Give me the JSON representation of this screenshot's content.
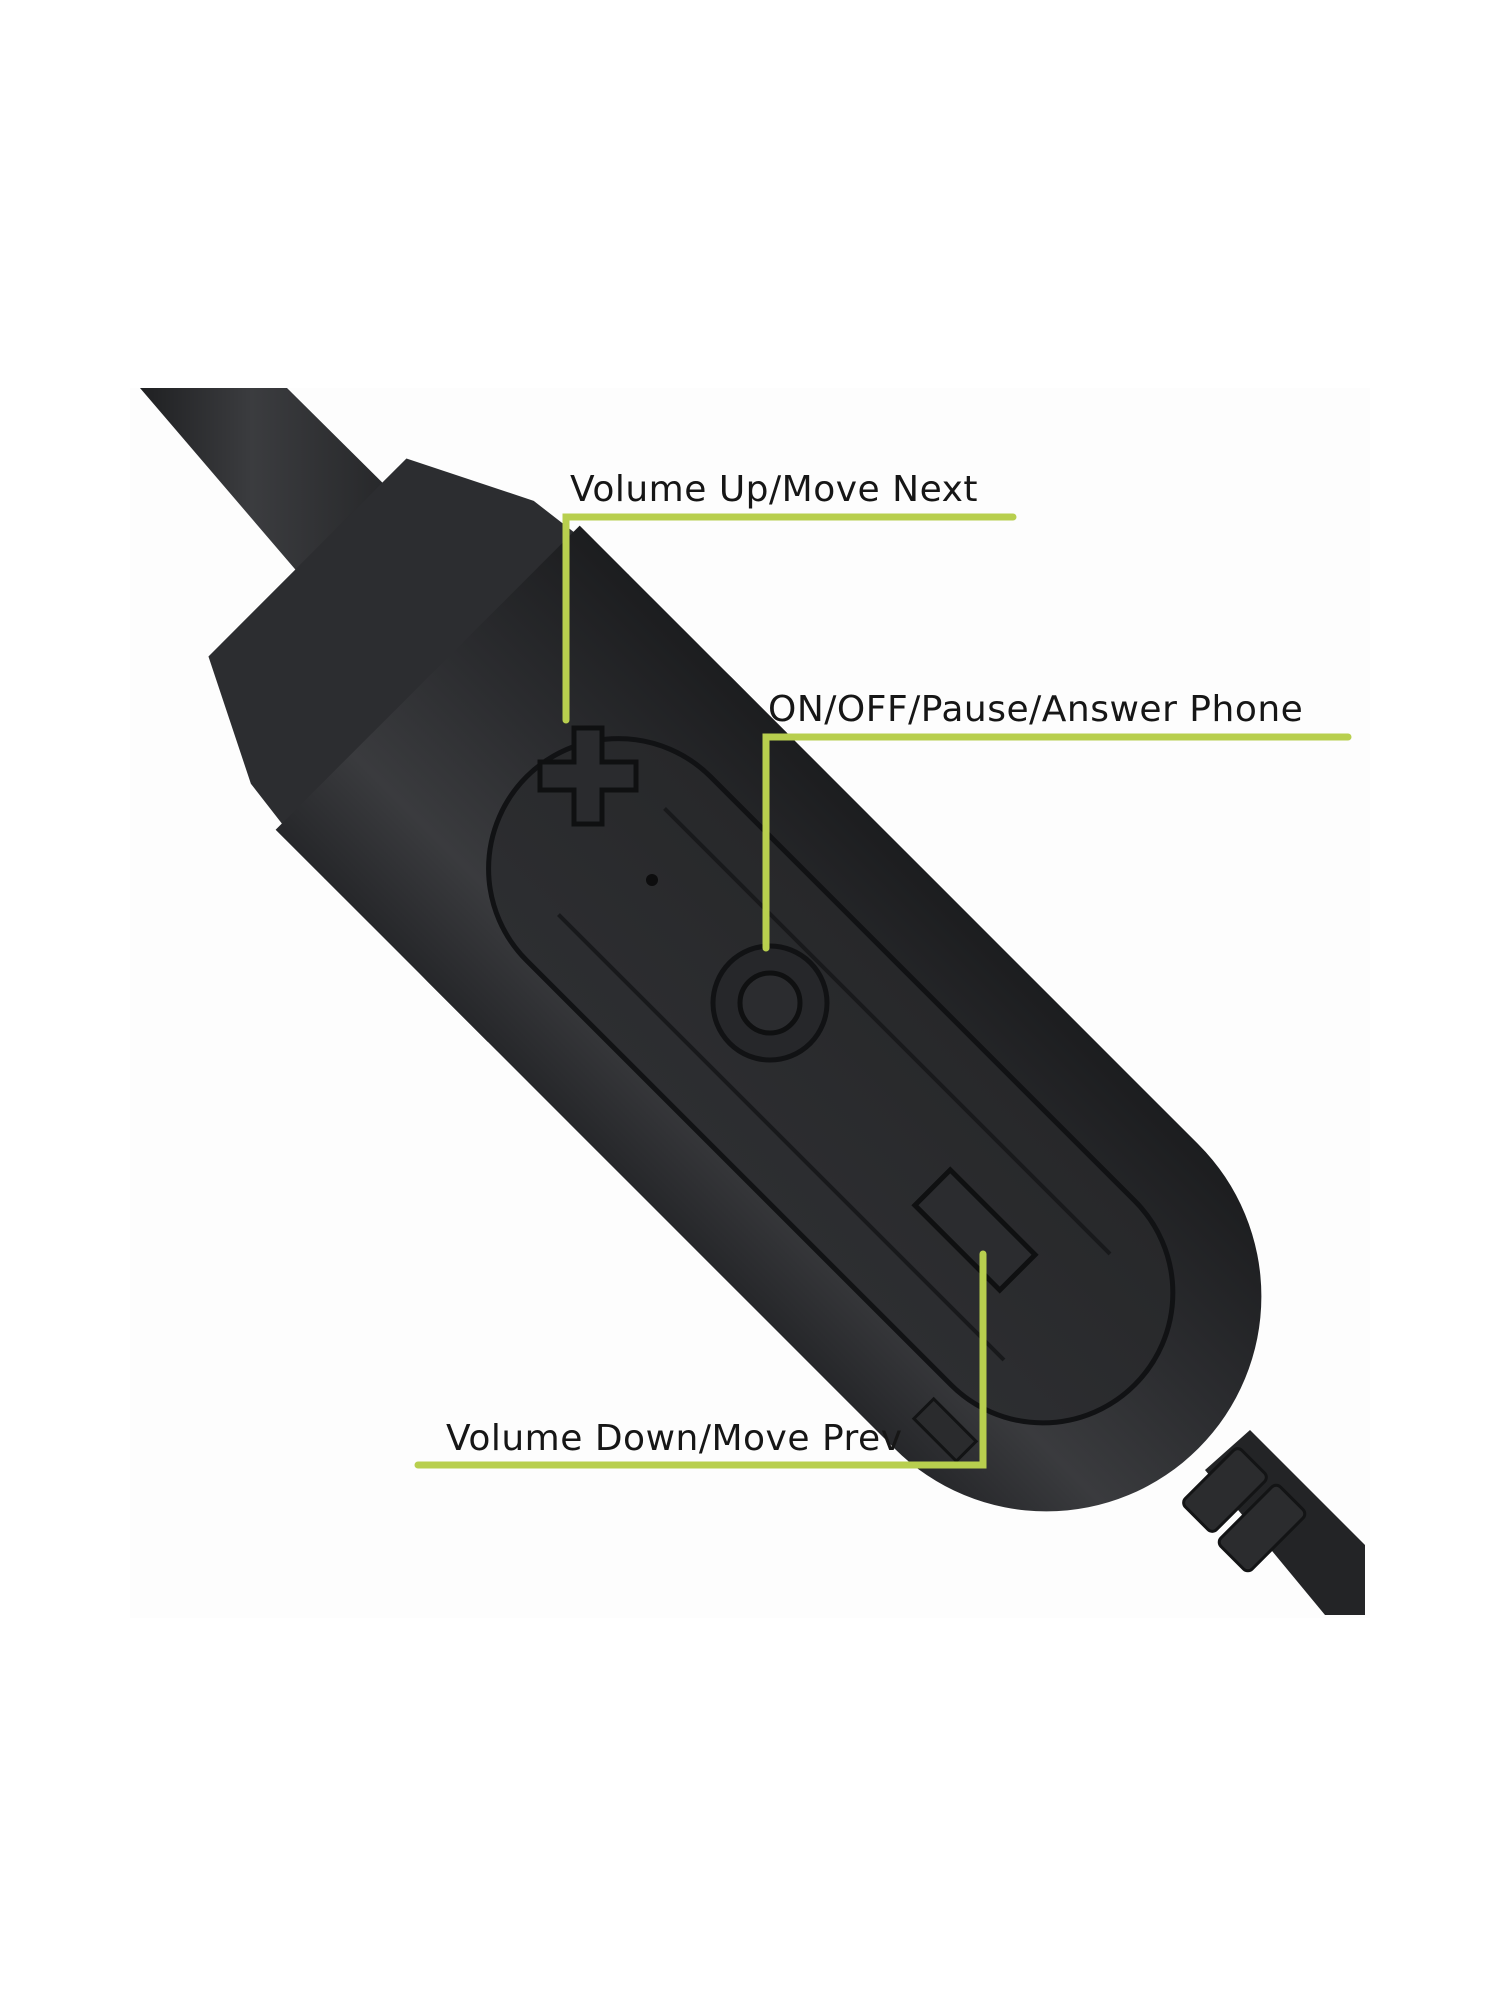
{
  "image": {
    "subject": "Neckband earphone inline remote control with button callouts",
    "background_color": "#ffffff",
    "device_color": "#2e2f31",
    "accent_color": "#b8cf4e"
  },
  "callouts": [
    {
      "id": "volume-up",
      "label": "Volume Up/Move Next",
      "button_icon": "plus-icon"
    },
    {
      "id": "power",
      "label": "ON/OFF/Pause/Answer Phone",
      "button_icon": "circle-button-icon"
    },
    {
      "id": "volume-down",
      "label": "Volume Down/Move Prev",
      "button_icon": "minus-icon"
    }
  ]
}
